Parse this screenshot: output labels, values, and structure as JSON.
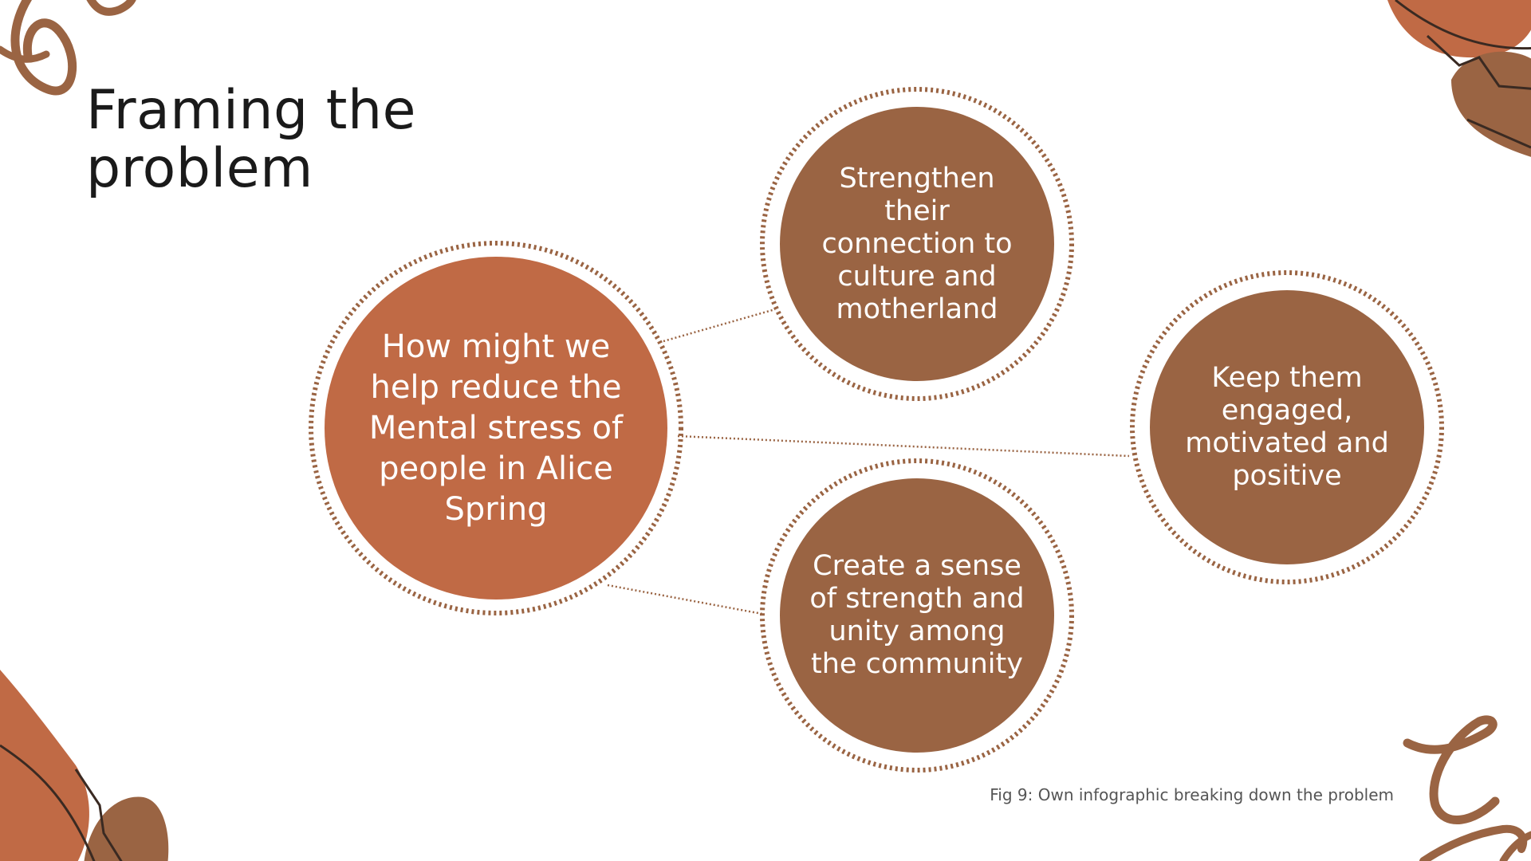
{
  "slide": {
    "title": "Framing the problem",
    "caption": "Fig 9: Own infographic breaking down the problem"
  },
  "diagram": {
    "central_node": {
      "text": "How might we help reduce the Mental stress of people in Alice Spring",
      "color": "#c06a45"
    },
    "branch_nodes": [
      {
        "text": "Strengthen their connection to culture and motherland",
        "color": "#9a6443"
      },
      {
        "text": "Keep them engaged, motivated and positive",
        "color": "#9a6443"
      },
      {
        "text": "Create a sense of strength and unity among the community",
        "color": "#9a6443"
      }
    ],
    "ring_color": "#9a6443",
    "connector_color": "#9a6443"
  },
  "decorations": {
    "leaf_orange": "#c06a45",
    "leaf_brown": "#9a6443",
    "vein_color": "#3a2a22"
  }
}
